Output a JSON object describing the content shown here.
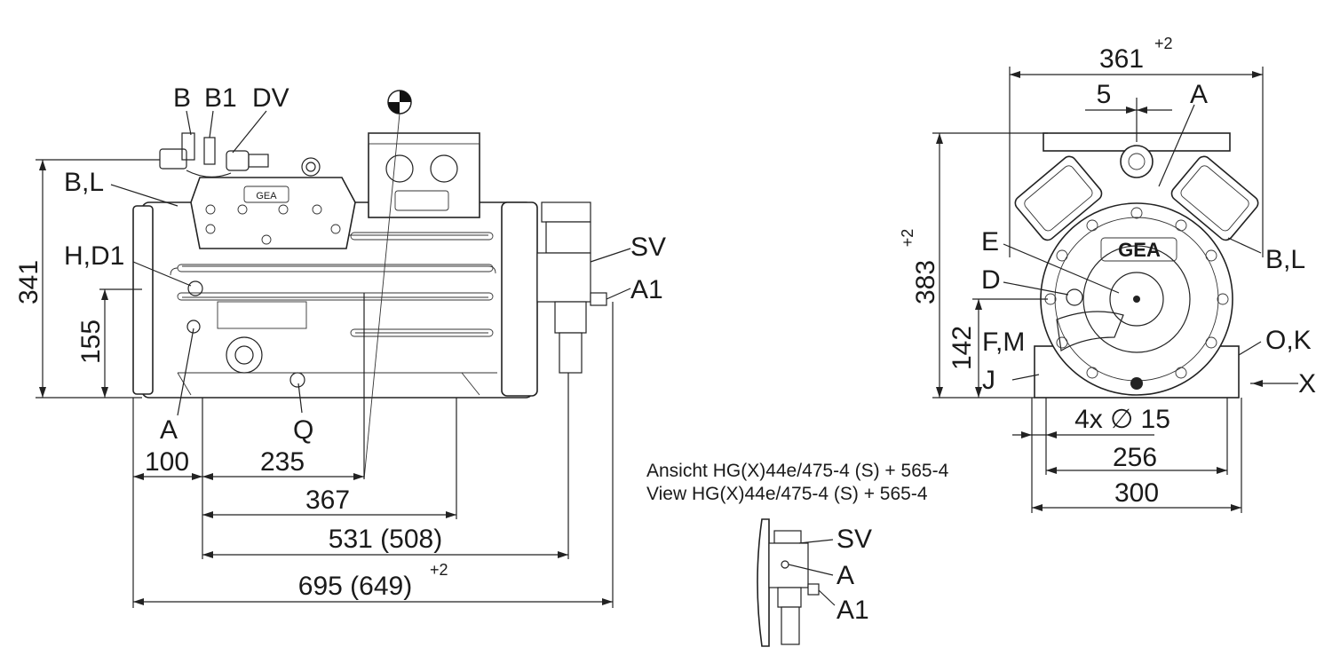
{
  "labels": {
    "b": "B",
    "b1": "B1",
    "dv": "DV",
    "bl_left": "B,L",
    "hd1": "H,D1",
    "sv": "SV",
    "a1": "A1",
    "a_left": "A",
    "q": "Q",
    "e": "E",
    "d": "D",
    "fm": "F,M",
    "j": "J",
    "a_right": "A",
    "bl_right": "B,L",
    "ok": "O,K",
    "x": "X",
    "sv_detail": "SV",
    "a_detail": "A",
    "a1_detail": "A1"
  },
  "dimensions": {
    "d341": "341",
    "d155": "155",
    "d100": "100",
    "d235": "235",
    "d367": "367",
    "d531": "531 (508)",
    "d695": "695 (649)",
    "tol_695": "+2",
    "d361": "361",
    "tol_361": "+2",
    "d5": "5",
    "d383": "383",
    "tol_383": "+2",
    "d142": "142",
    "d4x15": "4x ∅ 15",
    "d256": "256",
    "d300": "300"
  },
  "caption": {
    "line1": "Ansicht HG(X)44e/475-4 (S) + 565-4",
    "line2": "View HG(X)44e/475-4 (S) + 565-4"
  },
  "logo": "GEA"
}
